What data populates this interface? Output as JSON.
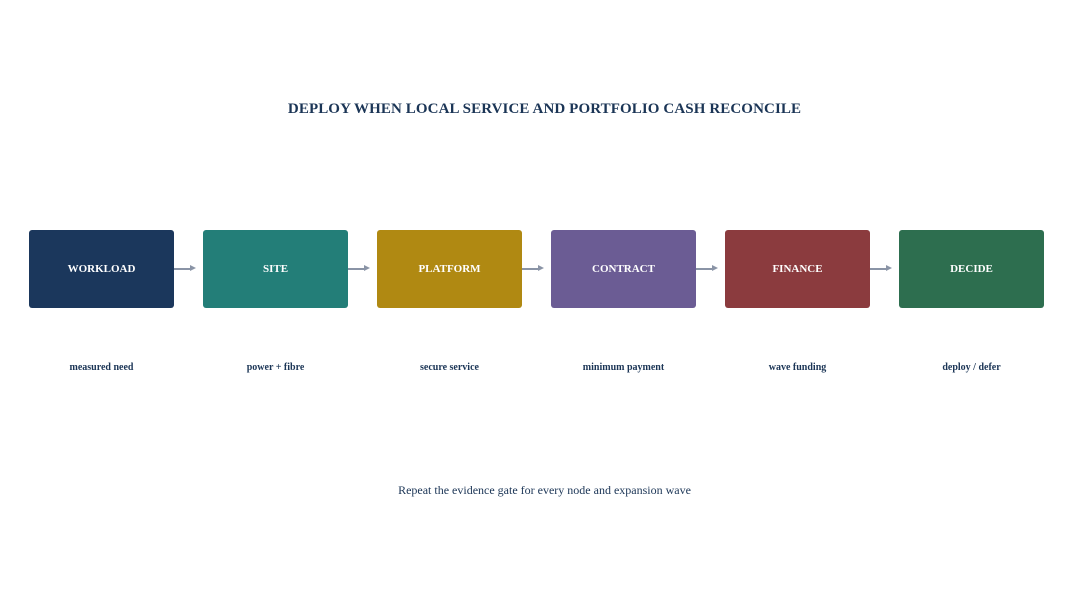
{
  "title": "DEPLOY WHEN LOCAL SERVICE AND PORTFOLIO CASH RECONCILE",
  "steps": [
    {
      "label": "WORKLOAD",
      "sublabel": "measured need",
      "color": "#1b375c"
    },
    {
      "label": "SITE",
      "sublabel": "power + fibre",
      "color": "#237e78"
    },
    {
      "label": "PLATFORM",
      "sublabel": "secure service",
      "color": "#b08912"
    },
    {
      "label": "CONTRACT",
      "sublabel": "minimum payment",
      "color": "#6b5c94"
    },
    {
      "label": "FINANCE",
      "sublabel": "wave funding",
      "color": "#8b3b3e"
    },
    {
      "label": "DECIDE",
      "sublabel": "deploy / defer",
      "color": "#2d6e4f"
    }
  ],
  "footer": "Repeat the evidence gate for every node and expansion wave",
  "colors": {
    "title": "#1b3556",
    "arrow": "#8a94a6",
    "text": "#1b3556"
  }
}
